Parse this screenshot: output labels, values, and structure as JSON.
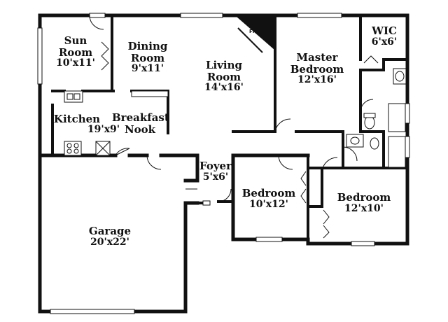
{
  "rooms": {
    "sun_room": {
      "name_1": "Sun",
      "name_2": "Room",
      "dims": "10'x11'"
    },
    "dining_room": {
      "name_1": "Dining",
      "name_2": "Room",
      "dims": "9'x11'"
    },
    "living_room": {
      "name_1": "Living",
      "name_2": "Room",
      "dims": "14'x16'"
    },
    "master_bedroom": {
      "name_1": "Master",
      "name_2": "Bedroom",
      "dims": "12'x16'"
    },
    "wic": {
      "name": "WIC",
      "dims": "6'x6'"
    },
    "kitchen": {
      "name": "Kitchen",
      "dims": "19'x9'"
    },
    "breakfast_nook": {
      "name_1": "Breakfast",
      "name_2": "Nook"
    },
    "foyer": {
      "name": "Foyer",
      "dims": "5'x6'"
    },
    "bedroom_1": {
      "name": "Bedroom",
      "dims": "10'x12'"
    },
    "bedroom_2": {
      "name": "Bedroom",
      "dims": "12'x10'"
    },
    "garage": {
      "name": "Garage",
      "dims": "20'x22'"
    }
  },
  "fireplace": {
    "label": "FP"
  }
}
